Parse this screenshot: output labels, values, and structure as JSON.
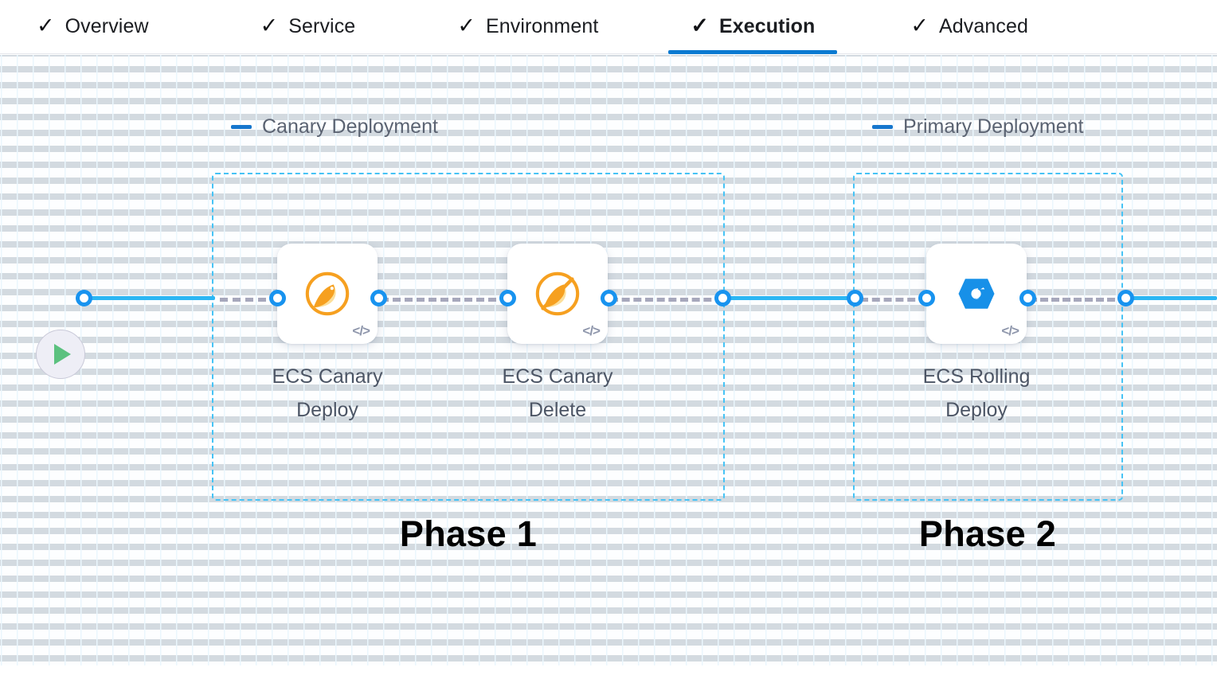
{
  "tabs": [
    {
      "label": "Overview",
      "icon": "check-icon",
      "active": false
    },
    {
      "label": "Service",
      "icon": "check-icon",
      "active": false
    },
    {
      "label": "Environment",
      "icon": "check-icon",
      "active": false
    },
    {
      "label": "Execution",
      "icon": "check-icon",
      "active": true
    },
    {
      "label": "Advanced",
      "icon": "check-icon",
      "active": false
    }
  ],
  "colors": {
    "accent_blue": "#0b7ad1",
    "wire_blue": "#2cb6f3",
    "port_blue": "#1893ef",
    "group_border": "#46c3f5",
    "canary_orange": "#f6a020",
    "rolling_blue": "#1790e8",
    "play_green": "#5bc17f",
    "label_gray": "#4c5565"
  },
  "start_node": {
    "name": "pipeline-start",
    "icon": "play-icon"
  },
  "groups": [
    {
      "title": "Canary Deployment",
      "collapse_icon": "minus-icon",
      "phase_caption": "Phase 1"
    },
    {
      "title": "Primary Deployment",
      "collapse_icon": "minus-icon",
      "phase_caption": "Phase 2"
    }
  ],
  "nodes": [
    {
      "label_line1": "ECS Canary",
      "label_line2": "Deploy",
      "icon": "canary-deploy-icon",
      "badge_icon": "code-icon",
      "badge_text": "</>"
    },
    {
      "label_line1": "ECS Canary",
      "label_line2": "Delete",
      "icon": "canary-delete-icon",
      "badge_icon": "code-icon",
      "badge_text": "</>"
    },
    {
      "label_line1": "ECS Rolling",
      "label_line2": "Deploy",
      "icon": "rolling-deploy-icon",
      "badge_icon": "code-icon",
      "badge_text": "</>"
    }
  ]
}
